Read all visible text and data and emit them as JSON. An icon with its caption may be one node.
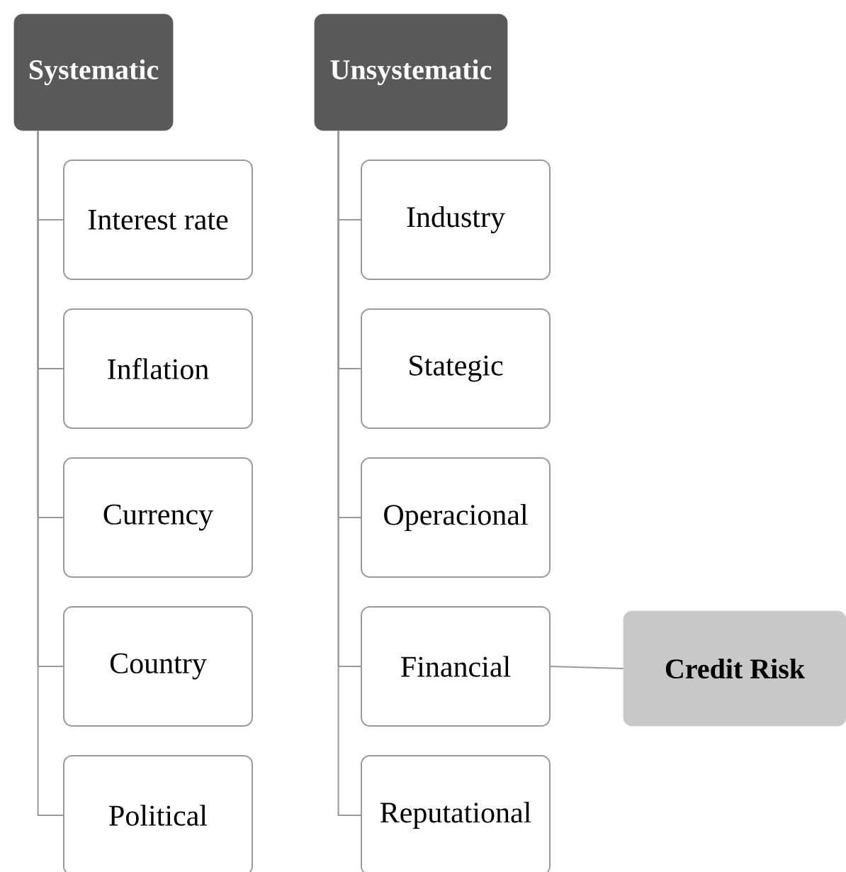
{
  "diagram": {
    "nodes": [
      {
        "text": [
          "Systematic"
        ]
      },
      {
        "text": [
          "Interest rate"
        ]
      },
      {
        "text": [
          "Inflation"
        ]
      },
      {
        "text": [
          "Currency"
        ]
      },
      {
        "text": [
          "Country"
        ]
      },
      {
        "text": [
          "Political"
        ]
      },
      {
        "text": [
          "Unsystematic"
        ]
      },
      {
        "text": [
          "Industry"
        ]
      },
      {
        "text": [
          "Stategic"
        ]
      },
      {
        "text": [
          "Operacional"
        ]
      },
      {
        "text": [
          "Financial"
        ]
      },
      {
        "text": [
          "Reputational"
        ]
      },
      {
        "text": [
          "Credit Risk"
        ]
      }
    ],
    "edges": [
      {
        "from": 0,
        "to": 1,
        "arrow": "none"
      },
      {
        "from": 0,
        "to": 2,
        "arrow": "none"
      },
      {
        "from": 0,
        "to": 3,
        "arrow": "none"
      },
      {
        "from": 0,
        "to": 4,
        "arrow": "none"
      },
      {
        "from": 0,
        "to": 5,
        "arrow": "none"
      },
      {
        "from": 6,
        "to": 7,
        "arrow": "none"
      },
      {
        "from": 6,
        "to": 8,
        "arrow": "none"
      },
      {
        "from": 6,
        "to": 9,
        "arrow": "none"
      },
      {
        "from": 6,
        "to": 10,
        "arrow": "none"
      },
      {
        "from": 6,
        "to": 11,
        "arrow": "none"
      },
      {
        "from": 10,
        "to": 12,
        "arrow": "none"
      }
    ]
  }
}
